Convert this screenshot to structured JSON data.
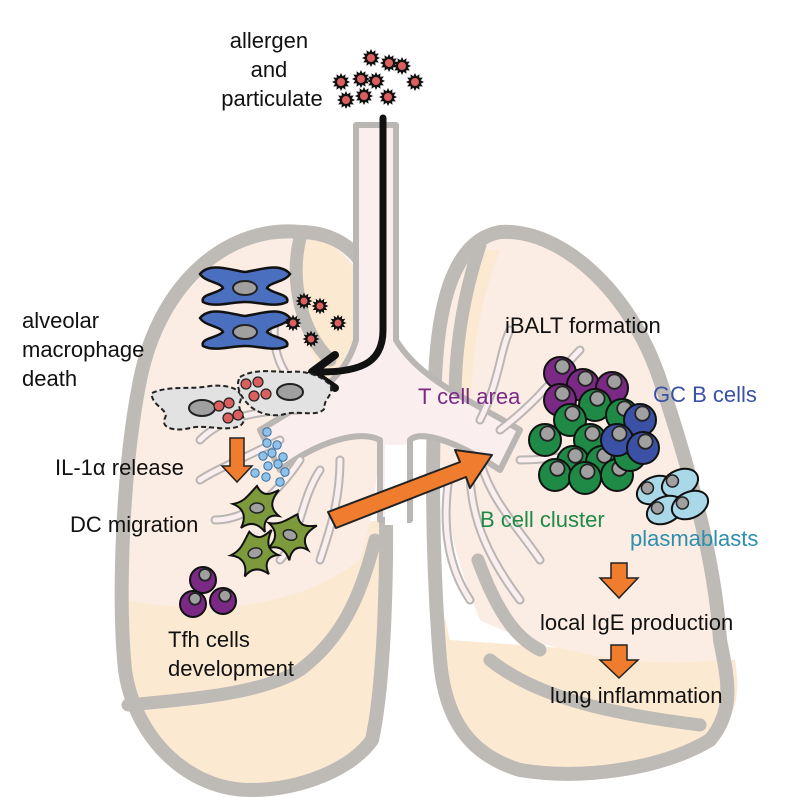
{
  "title": "Allergen-induced iBALT formation and local IgE production in the lung",
  "labels": {
    "allergen": [
      "allergen",
      "and",
      "particulate"
    ],
    "alveolar": [
      "alveolar",
      "macrophage",
      "death"
    ],
    "il1a": "IL-1α release",
    "dc_migration": "DC migration",
    "tfh": [
      "Tfh cells",
      "development"
    ],
    "ibalt": "iBALT formation",
    "t_cell_area": "T cell area",
    "gc_b_cells": "GC B cells",
    "b_cell_cluster": "B cell cluster",
    "plasmablasts": "plasmablasts",
    "local_ige": "local IgE production",
    "lung_inflammation": "lung inflammation"
  },
  "colors": {
    "lung_upper": "#fbede4",
    "lung_lower": "#fce9d2",
    "lung_outline": "#bebab6",
    "airway": "#fbeeee",
    "allergen_particle": "#d9605e",
    "macrophage_live": "#4a6fbf",
    "macrophage_dead": "#e2e2e2",
    "il1a_droplet": "#8ec2ea",
    "dendritic_cell": "#7c9a3c",
    "tfh_cell": "#7a2a84",
    "b_cell_cluster": "#1f8a45",
    "gc_b_cell": "#3a51a6",
    "plasmablast": "#a9d9e9",
    "arrow_orange": "#f07d2e",
    "t_cell_area_text": "#7a2a84",
    "gc_b_cells_text": "#3a51a6",
    "b_cell_cluster_text": "#1f8a45",
    "plasmablasts_text": "#2d8fad"
  }
}
